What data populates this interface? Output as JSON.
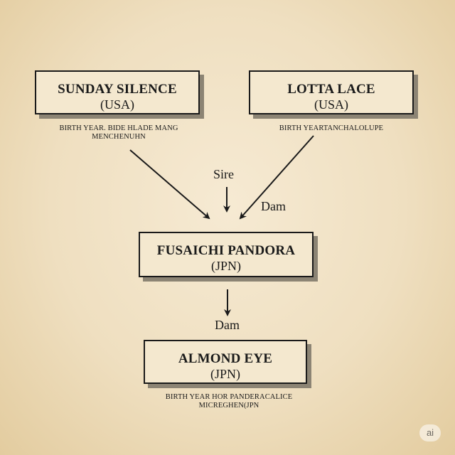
{
  "nodes": {
    "sunday_silence": {
      "name": "SUNDAY SILENCE",
      "country": "(USA)",
      "caption_line1": "BIRTH YEAR. BIDE HLADE MANG",
      "caption_line2": "MENCHENUHN"
    },
    "lotta_lace": {
      "name": "LOTTA LACE",
      "country": "(USA)",
      "caption_line1": "BIRTH YEARTANCHALOLUPE"
    },
    "fusaichi_pandora": {
      "name": "FUSAICHI PANDORA",
      "country": "(JPN)"
    },
    "almond_eye": {
      "name": "ALMOND EYE",
      "country": "(JPN)",
      "caption_line1": "BIRTH YEAR HOR PANDERACALICE",
      "caption_line2": "MICREGHEN(JPN"
    }
  },
  "edges": {
    "sire_label": "Sire",
    "dam_label_top": "Dam",
    "dam_label_bottom": "Dam"
  },
  "badge": {
    "text": "ai"
  }
}
